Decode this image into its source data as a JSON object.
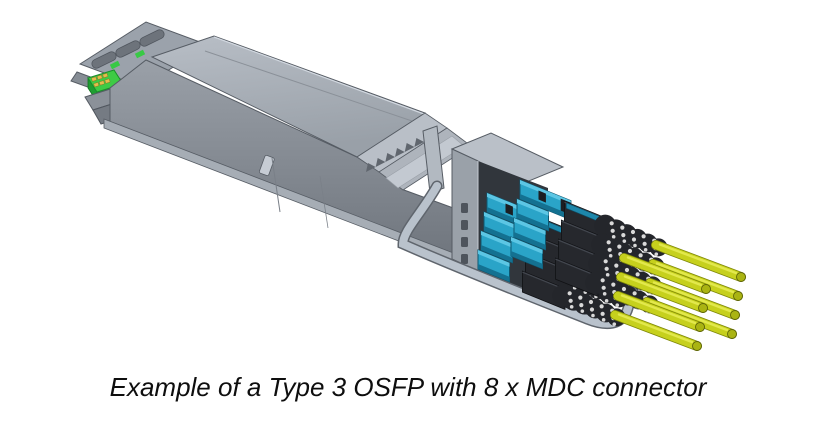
{
  "figure": {
    "caption": "Example of a Type 3 OSFP with 8 x MDC connector"
  },
  "illustration": {
    "alt": "3D CAD rendering of an OSFP optical transceiver module with stacked MDC connectors and yellow fiber cables",
    "module": {
      "label": "OSFP module",
      "top_color": "#b2b8c0",
      "side_color": "#8a9098",
      "edge_color": "#565c64"
    },
    "nose_bracket": {
      "label": "front bracket with slots",
      "color": "#9ba2ab",
      "slot_color": "#6d737b"
    },
    "pcb": {
      "label": "PCB edge connector",
      "color": "#3ecb45",
      "side_color": "#1f9e31",
      "pad_color": "#e3bd4e",
      "pad_rows": 2,
      "pad_cols": 3
    },
    "serration": {
      "label": "serrated relief",
      "teeth": 7,
      "color": "#60666e"
    },
    "housing": {
      "label": "connector housing block",
      "top_color": "#bac0c8",
      "face_color": "#9aa1a9",
      "slot_count": 4,
      "slot_color": "#4e545c",
      "cavity_color": "#31363c"
    },
    "pull_tab": {
      "label": "pull tab handle",
      "color": "#b9c2cc",
      "outline": "#5f656d"
    },
    "mdc": {
      "label": "MDC connector",
      "count": 8,
      "rows": 4,
      "columns": 2,
      "body_color": "#2aa4c8",
      "body_dark": "#147191",
      "body_light": "#5cc6e4",
      "lever_color": "#1d87ab",
      "latch_color": "#26282d",
      "boot_color": "#24262b",
      "dot_color": "#d9d9d9"
    },
    "cable": {
      "label": "fiber cable",
      "count": 8,
      "color": "#c6d01d",
      "highlight": "#e7ed55",
      "shadow": "#7e8708",
      "tip_color": "#aab412",
      "tip_edge": "#5f660a"
    }
  }
}
